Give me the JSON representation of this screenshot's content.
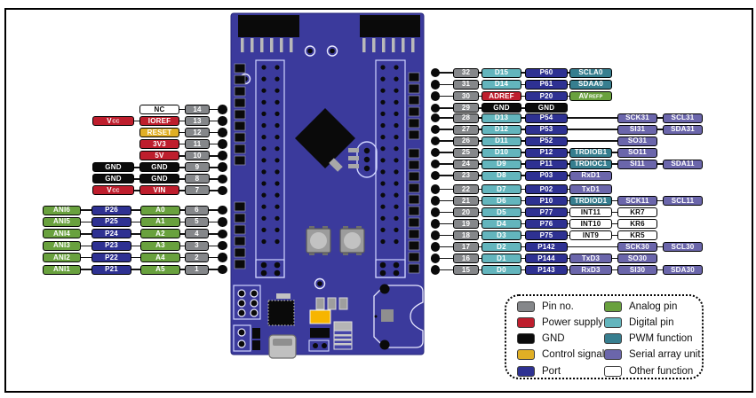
{
  "colors": {
    "pin": "#85878a",
    "power": "#be1e2d",
    "gnd": "#0b0b0b",
    "control": "#e0af25",
    "port": "#2e3192",
    "analog": "#69a13e",
    "digital": "#63b5bd",
    "pwm": "#377e8f",
    "serial": "#6b66ab",
    "other": "#ffffff",
    "board": "#3b3a9c"
  },
  "legend": {
    "items": [
      {
        "label": "Pin no.",
        "color": "pin"
      },
      {
        "label": "Power supply",
        "color": "power"
      },
      {
        "label": "GND",
        "color": "gnd"
      },
      {
        "label": "Control signal",
        "color": "control"
      },
      {
        "label": "Port",
        "color": "port"
      },
      {
        "label": "Analog pin",
        "color": "analog"
      },
      {
        "label": "Digital pin",
        "color": "digital"
      },
      {
        "label": "PWM function",
        "color": "pwm"
      },
      {
        "label": "Serial array unit",
        "color": "serial"
      },
      {
        "label": "Other function",
        "color": "other"
      }
    ]
  },
  "left_top": {
    "rows": [
      {
        "pin": "14",
        "cells": [
          {
            "slot": 1,
            "text": "NC",
            "color": "other"
          }
        ]
      },
      {
        "pin": "13",
        "cells": [
          {
            "slot": 0,
            "text": "V",
            "sub": "CC",
            "color": "power"
          },
          {
            "slot": 1,
            "text": "IOREF",
            "color": "power"
          }
        ]
      },
      {
        "pin": "12",
        "cells": [
          {
            "slot": 1,
            "text": "RESET",
            "color": "control"
          }
        ]
      },
      {
        "pin": "11",
        "cells": [
          {
            "slot": 1,
            "text": "3V3",
            "color": "power"
          }
        ]
      },
      {
        "pin": "10",
        "cells": [
          {
            "slot": 1,
            "text": "5V",
            "color": "power"
          }
        ]
      },
      {
        "pin": "9",
        "cells": [
          {
            "slot": 0,
            "text": "GND",
            "color": "gnd"
          },
          {
            "slot": 1,
            "text": "GND",
            "color": "gnd"
          }
        ]
      },
      {
        "pin": "8",
        "cells": [
          {
            "slot": 0,
            "text": "GND",
            "color": "gnd"
          },
          {
            "slot": 1,
            "text": "GND",
            "color": "gnd"
          }
        ]
      },
      {
        "pin": "7",
        "cells": [
          {
            "slot": 0,
            "text": "V",
            "sub": "CC",
            "color": "power"
          },
          {
            "slot": 1,
            "text": "VIN",
            "color": "power"
          }
        ]
      }
    ]
  },
  "left_bottom": {
    "rows": [
      {
        "pin": "6",
        "cells": [
          {
            "slot": 0,
            "text": "ANI6",
            "color": "analog"
          },
          {
            "slot": 1,
            "text": "P26",
            "color": "port"
          },
          {
            "slot": 2,
            "text": "A0",
            "color": "analog"
          }
        ]
      },
      {
        "pin": "5",
        "cells": [
          {
            "slot": 0,
            "text": "ANI5",
            "color": "analog"
          },
          {
            "slot": 1,
            "text": "P25",
            "color": "port"
          },
          {
            "slot": 2,
            "text": "A1",
            "color": "analog"
          }
        ]
      },
      {
        "pin": "4",
        "cells": [
          {
            "slot": 0,
            "text": "ANI4",
            "color": "analog"
          },
          {
            "slot": 1,
            "text": "P24",
            "color": "port"
          },
          {
            "slot": 2,
            "text": "A2",
            "color": "analog"
          }
        ]
      },
      {
        "pin": "3",
        "cells": [
          {
            "slot": 0,
            "text": "ANI3",
            "color": "analog"
          },
          {
            "slot": 1,
            "text": "P23",
            "color": "port"
          },
          {
            "slot": 2,
            "text": "A3",
            "color": "analog"
          }
        ]
      },
      {
        "pin": "2",
        "cells": [
          {
            "slot": 0,
            "text": "ANI2",
            "color": "analog"
          },
          {
            "slot": 1,
            "text": "P22",
            "color": "port"
          },
          {
            "slot": 2,
            "text": "A4",
            "color": "analog"
          }
        ]
      },
      {
        "pin": "1",
        "cells": [
          {
            "slot": 0,
            "text": "ANI1",
            "color": "analog"
          },
          {
            "slot": 1,
            "text": "P21",
            "color": "port"
          },
          {
            "slot": 2,
            "text": "A5",
            "color": "analog"
          }
        ]
      }
    ]
  },
  "right_top": {
    "rows": [
      {
        "pin": "32",
        "cells": [
          {
            "slot": 0,
            "text": "D15",
            "color": "digital"
          },
          {
            "slot": 1,
            "text": "P60",
            "color": "port"
          },
          {
            "slot": 2,
            "text": "SCLA0",
            "color": "pwm"
          }
        ]
      },
      {
        "pin": "31",
        "cells": [
          {
            "slot": 0,
            "text": "D14",
            "color": "digital"
          },
          {
            "slot": 1,
            "text": "P61",
            "color": "port"
          },
          {
            "slot": 2,
            "text": "SDAA0",
            "color": "pwm"
          }
        ]
      },
      {
        "pin": "30",
        "cells": [
          {
            "slot": 0,
            "text": "ADREF",
            "color": "power"
          },
          {
            "slot": 1,
            "text": "P20",
            "color": "port"
          },
          {
            "slot": 2,
            "text": "AV",
            "sub": "REFP",
            "color": "analog"
          }
        ]
      },
      {
        "pin": "29",
        "cells": [
          {
            "slot": 0,
            "text": "GND",
            "color": "gnd"
          },
          {
            "slot": 1,
            "text": "GND",
            "color": "gnd"
          }
        ]
      }
    ]
  },
  "right_mid": {
    "rows": [
      {
        "pin": "28",
        "cells": [
          {
            "slot": 0,
            "text": "D13",
            "color": "digital"
          },
          {
            "slot": 1,
            "text": "P54",
            "color": "port"
          },
          {
            "slot": 3,
            "text": "SCK31",
            "color": "serial"
          },
          {
            "slot": 4,
            "text": "SCL31",
            "color": "serial"
          }
        ]
      },
      {
        "pin": "27",
        "cells": [
          {
            "slot": 0,
            "text": "D12",
            "color": "digital"
          },
          {
            "slot": 1,
            "text": "P53",
            "color": "port"
          },
          {
            "slot": 3,
            "text": "SI31",
            "color": "serial"
          },
          {
            "slot": 4,
            "text": "SDA31",
            "color": "serial"
          }
        ]
      },
      {
        "pin": "26",
        "cells": [
          {
            "slot": 0,
            "text": "D11",
            "color": "digital"
          },
          {
            "slot": 1,
            "text": "P52",
            "color": "port"
          },
          {
            "slot": 3,
            "text": "SO31",
            "color": "serial"
          }
        ]
      },
      {
        "pin": "25",
        "cells": [
          {
            "slot": 0,
            "text": "D10",
            "color": "digital"
          },
          {
            "slot": 1,
            "text": "P12",
            "color": "port"
          },
          {
            "slot": 2,
            "text": "TRDIOB1",
            "color": "pwm"
          },
          {
            "slot": 3,
            "text": "SO11",
            "color": "serial"
          }
        ]
      },
      {
        "pin": "24",
        "cells": [
          {
            "slot": 0,
            "text": "D9",
            "color": "digital"
          },
          {
            "slot": 1,
            "text": "P11",
            "color": "port"
          },
          {
            "slot": 2,
            "text": "TRDIOC1",
            "color": "pwm"
          },
          {
            "slot": 3,
            "text": "SI11",
            "color": "serial"
          },
          {
            "slot": 4,
            "text": "SDA11",
            "color": "serial"
          }
        ]
      },
      {
        "pin": "23",
        "cells": [
          {
            "slot": 0,
            "text": "D8",
            "color": "digital"
          },
          {
            "slot": 1,
            "text": "P03",
            "color": "port"
          },
          {
            "slot": 2,
            "text": "RxD1",
            "color": "serial"
          }
        ]
      }
    ]
  },
  "right_bottom": {
    "rows": [
      {
        "pin": "22",
        "cells": [
          {
            "slot": 0,
            "text": "D7",
            "color": "digital"
          },
          {
            "slot": 1,
            "text": "P02",
            "color": "port"
          },
          {
            "slot": 2,
            "text": "TxD1",
            "color": "serial"
          }
        ]
      },
      {
        "pin": "21",
        "cells": [
          {
            "slot": 0,
            "text": "D6",
            "color": "digital"
          },
          {
            "slot": 1,
            "text": "P10",
            "color": "port"
          },
          {
            "slot": 2,
            "text": "TRDIOD1",
            "color": "pwm"
          },
          {
            "slot": 3,
            "text": "SCK11",
            "color": "serial"
          },
          {
            "slot": 4,
            "text": "SCL11",
            "color": "serial"
          }
        ]
      },
      {
        "pin": "20",
        "cells": [
          {
            "slot": 0,
            "text": "D5",
            "color": "digital"
          },
          {
            "slot": 1,
            "text": "P77",
            "color": "port"
          },
          {
            "slot": 2,
            "text": "INT11",
            "color": "other"
          },
          {
            "slot": 3,
            "text": "KR7",
            "color": "other"
          }
        ]
      },
      {
        "pin": "19",
        "cells": [
          {
            "slot": 0,
            "text": "D4",
            "color": "digital"
          },
          {
            "slot": 1,
            "text": "P76",
            "color": "port"
          },
          {
            "slot": 2,
            "text": "INT10",
            "color": "other"
          },
          {
            "slot": 3,
            "text": "KR6",
            "color": "other"
          }
        ]
      },
      {
        "pin": "18",
        "cells": [
          {
            "slot": 0,
            "text": "D3",
            "color": "digital"
          },
          {
            "slot": 1,
            "text": "P75",
            "color": "port"
          },
          {
            "slot": 2,
            "text": "INT9",
            "color": "other"
          },
          {
            "slot": 3,
            "text": "KR5",
            "color": "other"
          }
        ]
      },
      {
        "pin": "17",
        "cells": [
          {
            "slot": 0,
            "text": "D2",
            "color": "digital"
          },
          {
            "slot": 1,
            "text": "P142",
            "color": "port"
          },
          {
            "slot": 3,
            "text": "SCK30",
            "color": "serial"
          },
          {
            "slot": 4,
            "text": "SCL30",
            "color": "serial"
          }
        ]
      },
      {
        "pin": "16",
        "cells": [
          {
            "slot": 0,
            "text": "D1",
            "color": "digital"
          },
          {
            "slot": 1,
            "text": "P144",
            "color": "port"
          },
          {
            "slot": 2,
            "text": "TxD3",
            "color": "serial"
          },
          {
            "slot": 3,
            "text": "SO30",
            "color": "serial"
          }
        ]
      },
      {
        "pin": "15",
        "cells": [
          {
            "slot": 0,
            "text": "D0",
            "color": "digital"
          },
          {
            "slot": 1,
            "text": "P143",
            "color": "port"
          },
          {
            "slot": 2,
            "text": "RxD3",
            "color": "serial"
          },
          {
            "slot": 3,
            "text": "SI30",
            "color": "serial"
          },
          {
            "slot": 4,
            "text": "SDA30",
            "color": "serial"
          }
        ]
      }
    ]
  }
}
